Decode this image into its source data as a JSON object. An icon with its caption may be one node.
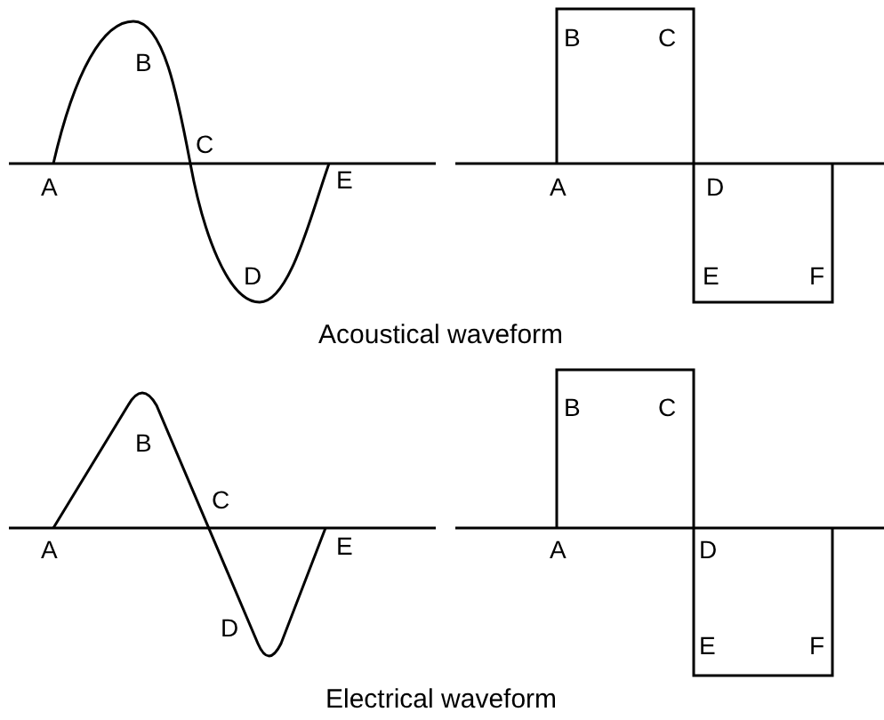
{
  "diagram": {
    "labels": [
      "B",
      "C",
      "A",
      "E",
      "D",
      "B",
      "C",
      "A",
      "D",
      "E",
      "F",
      "Acoustical waveform",
      "B",
      "C",
      "A",
      "E",
      "D",
      "B",
      "C",
      "A",
      "D",
      "E",
      "F",
      "Electrical waveform"
    ]
  }
}
